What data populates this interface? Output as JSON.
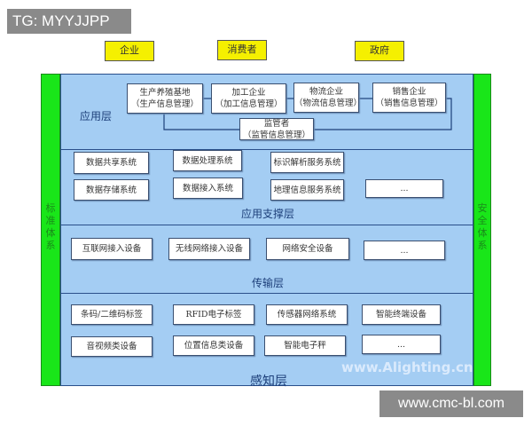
{
  "tag": "TG: MYYJJPP",
  "top": [
    "企业",
    "消费者",
    "政府"
  ],
  "side": {
    "left": "标准体系",
    "right": "安全体系"
  },
  "app": {
    "label": "应用层",
    "boxes": [
      [
        "生产养殖基地",
        "（生产信息管理）"
      ],
      [
        "加工企业",
        "（加工信息管理）"
      ],
      [
        "物流企业",
        "（物流信息管理）"
      ],
      [
        "销售企业",
        "（销售信息管理）"
      ]
    ],
    "supervisor": [
      "监管者",
      "（监管信息管理）"
    ]
  },
  "support": {
    "label": "应用支撑层",
    "boxes": [
      "数据共享系统",
      "数据处理系统",
      "标识解析服务系统",
      "数据存储系统",
      "数据接入系统",
      "地理信息服务系统",
      "..."
    ]
  },
  "transport": {
    "label": "传输层",
    "boxes": [
      "互联网接入设备",
      "无线网络接入设备",
      "网络安全设备",
      "..."
    ]
  },
  "sense": {
    "label": "感知层",
    "boxes": [
      "条码/二维码标签",
      "RFID电子标签",
      "传感器网络系统",
      "智能终端设备",
      "音视频类设备",
      "位置信息类设备",
      "智能电子秤",
      "..."
    ]
  },
  "watermark": "www.Alighting.cn",
  "site": "www.cmc-bl.com"
}
